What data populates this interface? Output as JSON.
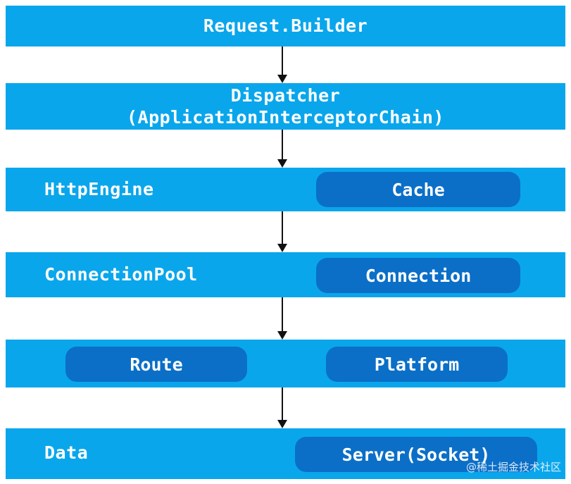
{
  "layers": {
    "request_builder": "Request.Builder",
    "dispatcher_line1": "Dispatcher",
    "dispatcher_line2": "(ApplicationInterceptorChain)",
    "http_engine": "HttpEngine",
    "cache": "Cache",
    "connection_pool": "ConnectionPool",
    "connection": "Connection",
    "route": "Route",
    "platform": "Platform",
    "data": "Data",
    "server_socket": "Server(Socket)"
  },
  "watermark": "@稀土掘金技术社区",
  "colors": {
    "bar": "#0aa6ec",
    "pill": "#0b6fc7",
    "text": "#ffffff",
    "arrow": "#111111"
  }
}
